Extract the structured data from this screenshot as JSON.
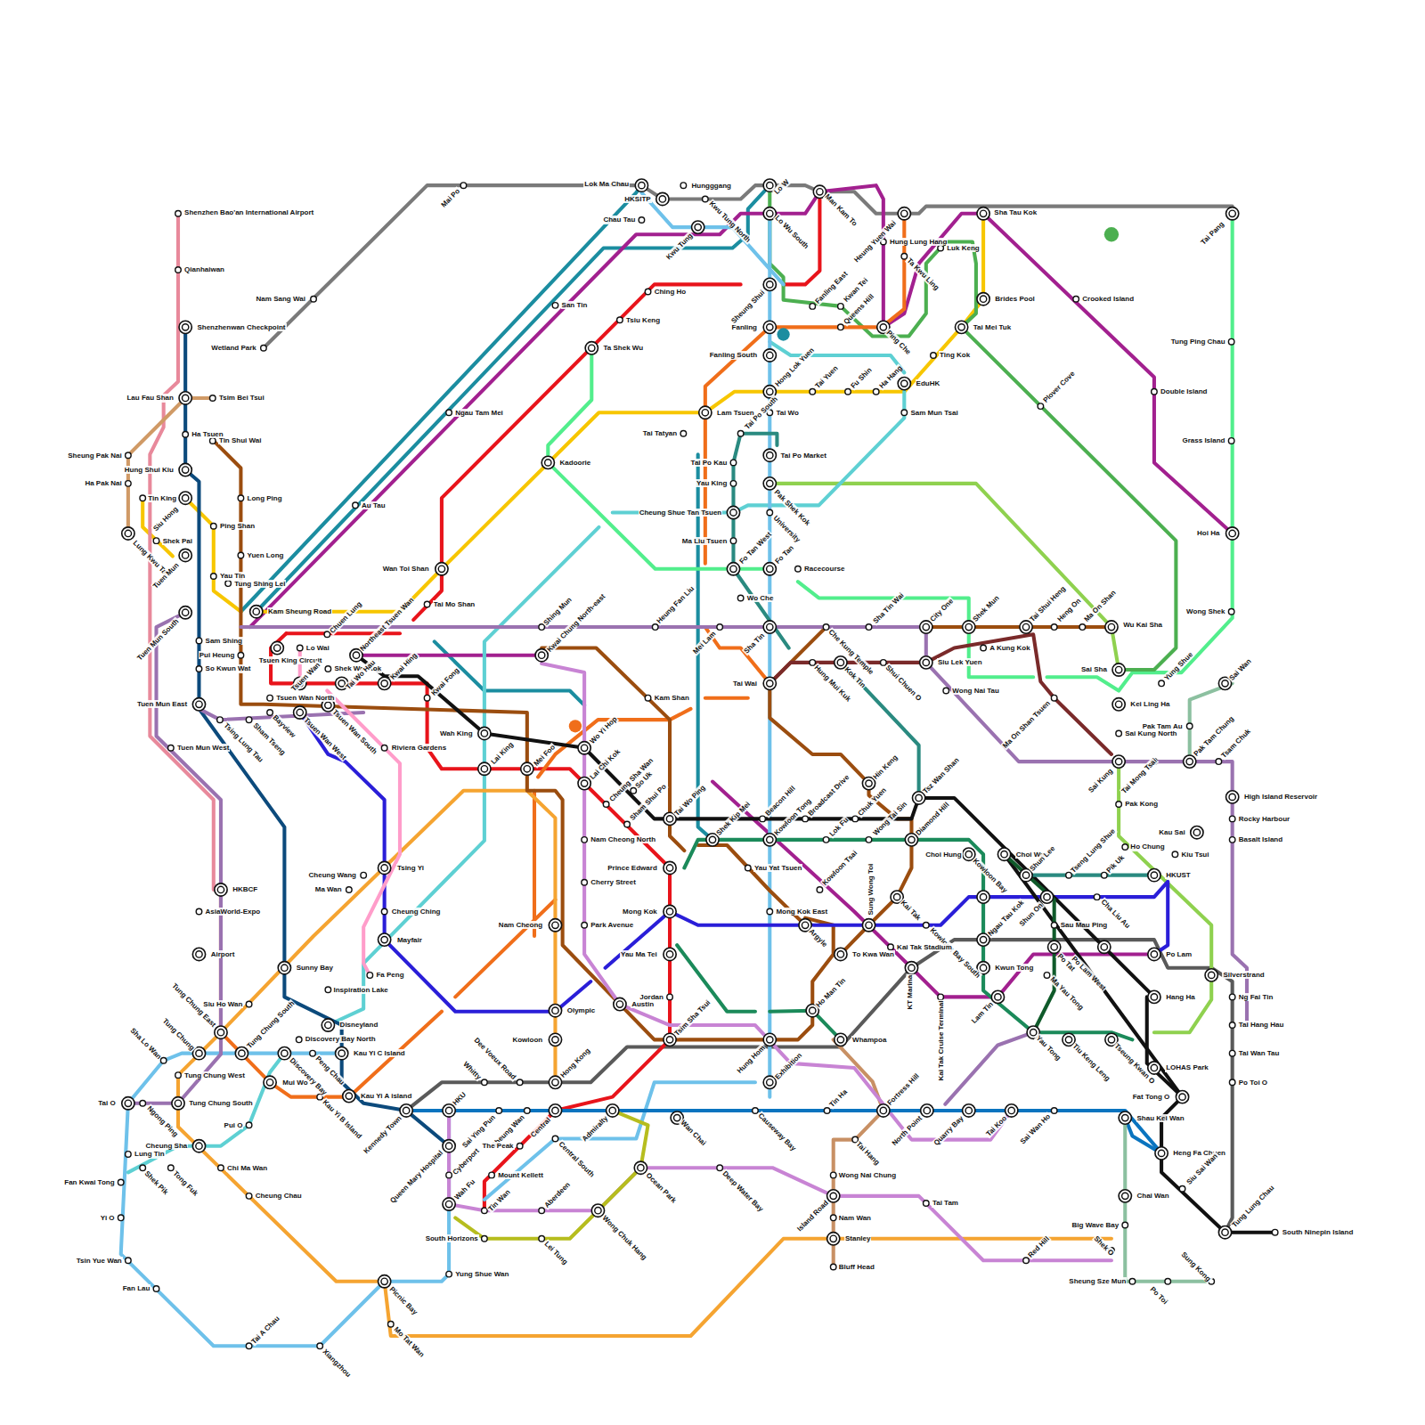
{
  "diagram": {
    "labels": [
      "Mai Po",
      "Lok Ma Chau",
      "HKSITP",
      "Hungggang",
      "Chau Tau",
      "Kwu Tung",
      "Kwu Tung North",
      "Lo W",
      "Lo Wu South",
      "Man Kam To",
      "Heung Yuen Wai",
      "Hung Lung Hang",
      "Ta Kwu Ling",
      "Luk Keng",
      "Sha Tau Kok",
      "Tai Pang",
      "Nam Sang Wai",
      "Wetland Park",
      "Shenzhen Bao'an International Airport",
      "Qianhaiwan",
      "Shenzhenwan Checkpoint",
      "Lau Fau Shan",
      "Tsim Bei Tsui",
      "Ha Tsuen",
      "Tin Shui Wai",
      "Sheung Pak Nai",
      "Ha Pak Nai",
      "Hung Shui Kiu",
      "Tin King",
      "Siu Hong",
      "Lung Kwu Tan",
      "Shek Pai",
      "Tuen Mun",
      "Long Ping",
      "Ping Shan",
      "Yuen Long",
      "Yau Tin",
      "Tung Shing Lei",
      "Kam Sheung Road",
      "Tuen Mun South",
      "Sam Shing",
      "Pui Heung",
      "So Kwun Wat",
      "Tuen Mun East",
      "Tsing Lung Tau",
      "Tuen Mun West",
      "Sham Tseng",
      "Bayview",
      "Chuen Lung",
      "Tsuen King Circuit",
      "Lo Wai",
      "Tsuen Wan",
      "Shek Wai Kok",
      "Northeast Tsuen Wan",
      "Kwai Hing",
      "Tsuen Wan North",
      "Tai Wo Hau",
      "Tsuen Wan West",
      "Tsuen Wan South",
      "Kwai Fong",
      "Riviera Gardens",
      "Wah King",
      "Lai King",
      "Mei Foo",
      "Shing Mun",
      "Kwai Chung North-east",
      "Heung Fan Liu",
      "Kam Shan",
      "Wo Yi Hop",
      "Lai Chi Kok",
      "Cheung Sha Wan",
      "So Uk",
      "Sham Shui Po",
      "Nam Cheong North",
      "Cherry Street",
      "Park Avenue",
      "Tai Wo Ping",
      "Prince Edward",
      "Mong Kok",
      "Yau Ma Tei",
      "Jordan",
      "Tsim Sha Tsui",
      "Nam Cheong",
      "Olympic",
      "Kowloon",
      "Austin",
      "Hong Kong",
      "Dee Voeux Road",
      "Whitty",
      "Kennedy Town",
      "HKU",
      "Sai Ying Pun",
      "Sheung Wan",
      "Central",
      "Admiralty",
      "Wan Chai",
      "Causeway Bay",
      "Tin Ha",
      "Fortress Hill",
      "North Point",
      "Quarry Bay",
      "Tai Koo",
      "Sai Wan Ho",
      "Shau Kei Wan",
      "Queen Mary Hospital",
      "Cyberport",
      "Wah Fu",
      "The Peak",
      "Mount Kellett",
      "Tin Wan",
      "Aberdeen",
      "Central South",
      "Wong Chuk Hang",
      "Ocean Park",
      "Deep Water Bay",
      "South Horizons",
      "Lei Tung",
      "Yung Shue Wan",
      "Picnic Bay",
      "Mo Tat Wan",
      "Tai A Chau",
      "Xiangzhou",
      "Tai O",
      "Ngong Ping",
      "Tung Chung South",
      "Lung Tin",
      "Shek Pik",
      "Tong Fuk",
      "Fan Kwai Tong",
      "Yi O",
      "Tsin Yue Wan",
      "Fan Lau",
      "Sha Lo Wan",
      "Tung Chung",
      "Tung Chung West",
      "Cheung Sha",
      "Chi Ma Wan",
      "Cheung Chau",
      "Tung Chung East",
      "Tung Chung South",
      "Mui Wo",
      "Discovery Bay",
      "Peng Chau",
      "Kau Yi B Island",
      "Kau Yi A island",
      "Kau Yi C Island",
      "Discovery Bay North",
      "Disneyland",
      "Inspiration Lake",
      "Fa Peng",
      "Sunny Bay",
      "Siu Ho Wan",
      "Pui O",
      "Airport",
      "AsiaWorld-Expo",
      "HKBCF",
      "Cheung Wang",
      "Ma Wan",
      "Tsing Yi",
      "Cheung Ching",
      "Mayfair",
      "San Tin",
      "Ching Ho",
      "Tsiu Keng",
      "Ta Shek Wu",
      "Ngau Tam Mei",
      "Au Tau",
      "Kadoorie",
      "Wan Toi Shan",
      "Tai Mo Shan",
      "Tai Tatyan",
      "Lam Tsuen",
      "Tai Po South",
      "Tai Po Kau",
      "Yau King",
      "Cheung Shue Tan Tsuen",
      "Ma Liu Tsuen",
      "Fo Tan West",
      "Fo Tan",
      "Racecourse",
      "Wo Che",
      "University",
      "Pak Shek Kok",
      "Tai Po Market",
      "Tai Wo",
      "Hong Lok Yuen",
      "Fanling South",
      "Fanling",
      "Sheung Shui",
      "Fanling East",
      "Kwan Tei",
      "Queens Hill",
      "Ping Che",
      "Tai Yuen",
      "Fu Shin",
      "Ha Hang",
      "EduHK",
      "Sam Mun Tsai",
      "Ting Kok",
      "Tai Mei Tuk",
      "Brides Pool",
      "Crooked Island",
      "Plover Cove",
      "Tung Ping Chau",
      "Double Island",
      "Grass Island",
      "Hoi Ha",
      "Wong Shek",
      "Sha Tin Wai",
      "City One",
      "Shek Mun",
      "Tai Shui Heng",
      "Heng On",
      "Ma On Shan",
      "Wu Kai Sha",
      "A Kung Kok",
      "Siu Lek Yuen",
      "Wong Nai Tau",
      "Shui Chuen O",
      "Che Kung Temple",
      "Kok Tin",
      "Hung Mui Kuk",
      "Sha Tin",
      "Mei Lam",
      "Tai Wai",
      "Hin Keng",
      "Tsz Wan Shan",
      "Diamond Hill",
      "Chuk Yuen",
      "Wong Tai Sin",
      "Lok Fu",
      "Broadcast Drive",
      "Kowloon Tong",
      "Beacon Hill",
      "Shek Kip Mei",
      "Yau Yat Tsuen",
      "Kowloon Tsai",
      "Mong Kok East",
      "Argyle",
      "Sung Wong Toi",
      "Kai Tak",
      "Kowloon Bay South",
      "To Kwa Wan",
      "Kai Tak Stadium",
      "KT Marina",
      "Kai Tak Cruise Terminal",
      "Ho Man Tin",
      "Whampoa",
      "Hung Hom",
      "Exhibition",
      "Lam Tin",
      "Kwun Tong",
      "Ngau Tau Kok",
      "Kowloon Bay",
      "Choi Hung",
      "Choi Wan",
      "Shun Lee",
      "Shun On",
      "Sau Mau Ping",
      "Po Tat",
      "Po Lam West",
      "Ma Yau Tong",
      "Yau Tong",
      "Tiu Keng Leng",
      "Tseung Kwan O",
      "LOHAS Park",
      "Fat Tong O",
      "Hang Ha",
      "Po Lam",
      "Cha Liu Au",
      "Pik Uk",
      "Tseng Lung Shue",
      "Ho Chung",
      "HKUST",
      "Kiu Tsui",
      "Kau Sai",
      "Silverstrand",
      "Ng Fai Tin",
      "Tai Hang Hau",
      "Tai Wan Tau",
      "Po Toi O",
      "High Island Reservoir",
      "Rocky Harbour",
      "Basalt Island",
      "Tsam Chuk",
      "Pak Tam Chung",
      "Pak Tam Au",
      "Sai Wan",
      "Yung Shue",
      "Sai Sha",
      "Kei Ling Ha",
      "Sai Kung North",
      "Sai Kung",
      "Tai Mong Tsai",
      "Pak Kong",
      "Ma On Shan Tsuen",
      "Heng Fa Chuen",
      "Siu Sai Wan",
      "Chai Wan",
      "Big Wave Bay",
      "Shek O",
      "Sheung Sze Mun",
      "Po Toi",
      "Sung Kong",
      "Tung Lung Chau",
      "South Ninepin Island",
      "Red Hill",
      "Tai Tam",
      "Wong Nai Chung",
      "Island Road",
      "Nam Wan",
      "Stanley",
      "Bluff Head",
      "Tai Hang"
    ]
  }
}
